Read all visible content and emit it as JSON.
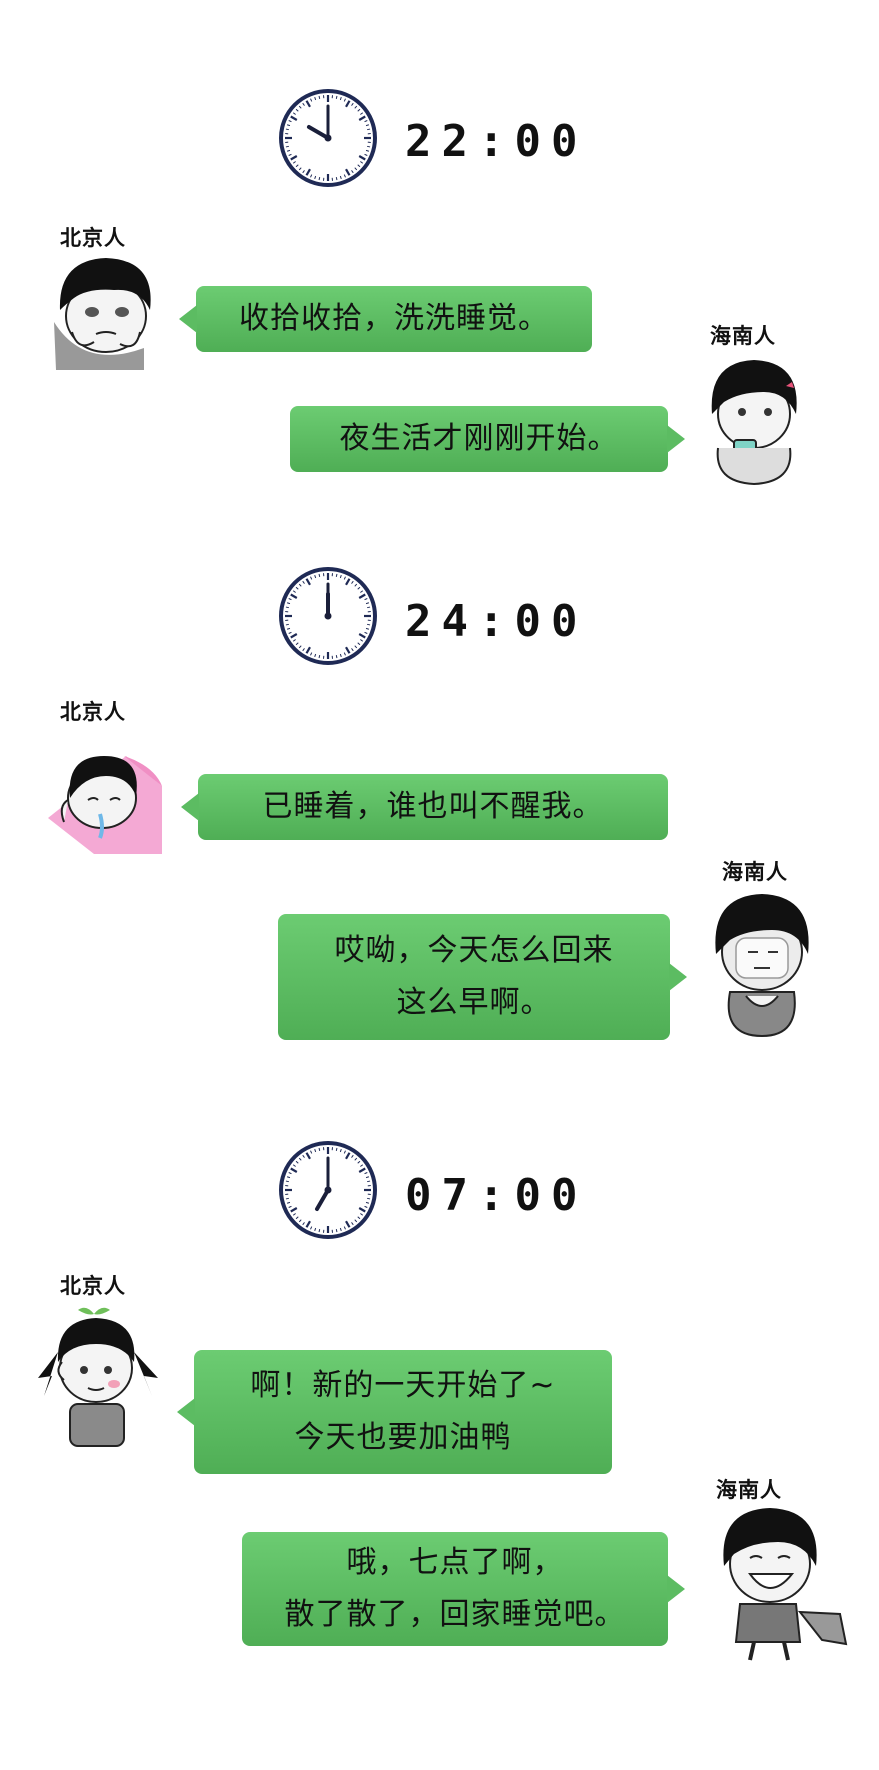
{
  "sections": [
    {
      "time": "22:00",
      "clock": {
        "hour": 10,
        "minute": 0
      },
      "left": {
        "speaker": "北京人",
        "lines": [
          "收拾收拾，洗洗睡觉。"
        ]
      },
      "right": {
        "speaker": "海南人",
        "lines": [
          "夜生活才刚刚开始。"
        ]
      }
    },
    {
      "time": "24:00",
      "clock": {
        "hour": 12,
        "minute": 0
      },
      "left": {
        "speaker": "北京人",
        "lines": [
          "已睡着，谁也叫不醒我。"
        ]
      },
      "right": {
        "speaker": "海南人",
        "lines": [
          "哎呦，今天怎么回来",
          "这么早啊。"
        ]
      }
    },
    {
      "time": "07:00",
      "clock": {
        "hour": 7,
        "minute": 0
      },
      "left": {
        "speaker": "北京人",
        "lines": [
          "啊！新的一天开始了~",
          "今天也要加油鸭"
        ]
      },
      "right": {
        "speaker": "海南人",
        "lines": [
          "哦，七点了啊，",
          "散了散了，回家睡觉吧。"
        ]
      }
    }
  ],
  "colors": {
    "bubble": "#5cbc62",
    "clock_rim": "#1f2a55"
  }
}
